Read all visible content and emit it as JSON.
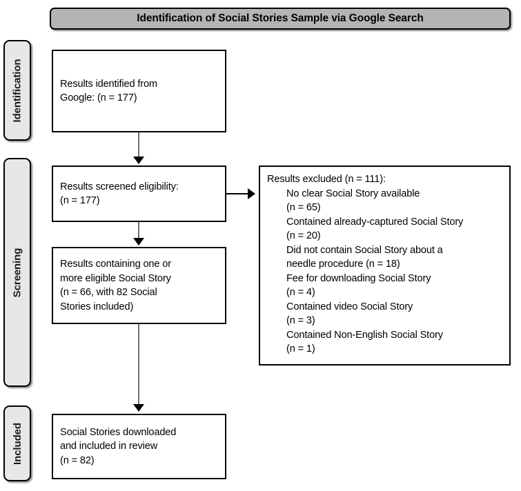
{
  "header": {
    "title": "Identification of Social Stories Sample via Google Search"
  },
  "stages": [
    {
      "label": "Identification"
    },
    {
      "label": "Screening"
    },
    {
      "label": "Included"
    }
  ],
  "boxes": {
    "identified": "Results identified from\nGoogle: (n = 177)",
    "screened": "Results screened eligibility:\n(n = 177)",
    "eligible": "Results containing one or\nmore eligible Social Story\n(n = 66, with 82 Social\nStories included)",
    "included": "Social Stories downloaded\nand included in review\n(n = 82)"
  },
  "excluded": {
    "heading": "Results excluded (n = 111):",
    "reasons": [
      "No clear Social Story available\n(n = 65)",
      "Contained already-captured Social Story\n(n = 20)",
      "Did not contain Social Story about a\nneedle procedure (n = 18)",
      "Fee for downloading Social Story\n(n = 4)",
      "Contained video Social Story\n(n = 3)",
      "Contained Non-English Social Story\n(n = 1)"
    ]
  },
  "colors": {
    "header_fill": "#b4b4b4",
    "stage_fill": "#e7e7e7",
    "box_fill": "#ffffff",
    "line": "#000000"
  }
}
